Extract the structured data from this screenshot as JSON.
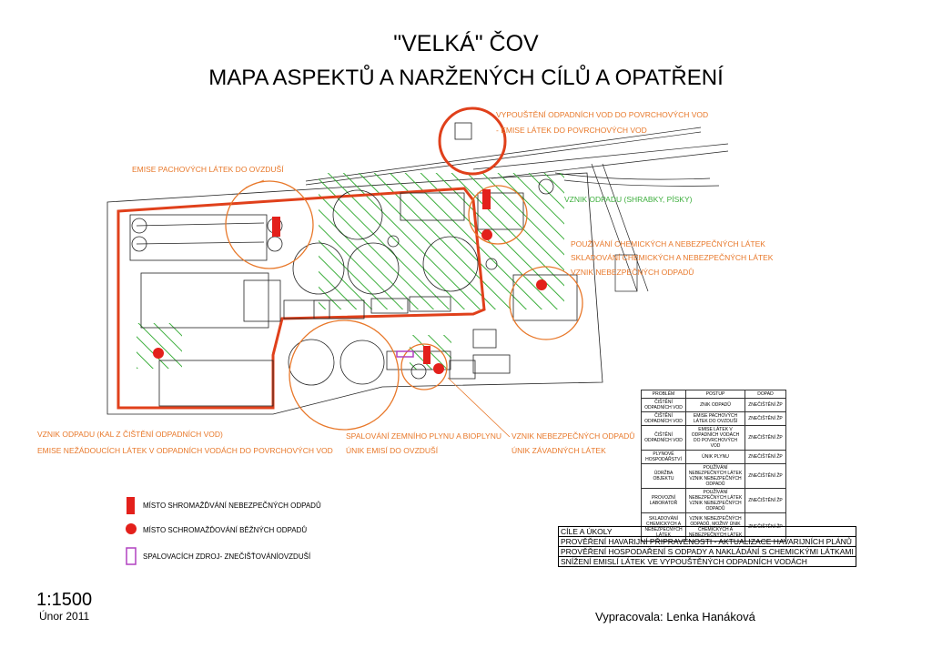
{
  "title": {
    "line1": "\"VELKÁ\" ČOV",
    "line2": "MAPA ASPEKTŮ A NARŽENÝCH CÍLŮ A OPATŘENÍ"
  },
  "colors": {
    "aspect_circle": "#e8782a",
    "hatch": "#3cae3c",
    "hazard_storage": "#e3201b",
    "boundary": "#e0401b",
    "combustion": "#b040c0"
  },
  "labels": {
    "l1": "VYPOUŠTĚNÍ ODPADNÍCH VOD DO POVRCHOVÝCH VOD",
    "l2": "- EMISE LÁTEK DO POVRCHOVÝCH VOD",
    "l3": "EMISE PACHOVÝCH LÁTEK DO OVZDUŠÍ",
    "l4": "VZNIK ODPADU (SHRABKY, PÍSKY)",
    "l5": "POUŽÍVÁNÍ CHEMICKÝCH A NEBEZPEČNÝCH LÁTEK",
    "l6": "SKLADOVÁNÍ CHEMICKÝCH A NEBEZPEČNÝCH LÁTEK",
    "l7": "VZNIK NEBEZPEČNÝCH ODPADŮ",
    "l8": "VZNIK ODPADU (KAL Z ČIŠTĚNÍ ODPADNÍCH VOD)",
    "l9": "EMISE NEŽÁDOUCÍCH LÁTEK V ODPADNÍCH VODÁCH DO POVRCHOVÝCH VOD",
    "l10": "SPALOVÁNÍ ZEMNÍHO PLYNU A BIOPLYNU",
    "l11": "ÚNIK EMISÍ DO OVZDUŠÍ",
    "l12": "VZNIK NEBEZPEČNÝCH ODPADŮ",
    "l13": "ÚNIK ZÁVADNÝCH LÁTEK"
  },
  "problem_table": {
    "headers": [
      "PROBLÉM",
      "POSTUP",
      "DOPAD"
    ],
    "rows": [
      [
        "ČIŠTĚNÍ ODPADNÍCH VOD",
        "ZNIK ODPADŮ",
        "ZNEČIŠTĚNÍ ŽP"
      ],
      [
        "ČIŠTĚNÍ ODPADNÍCH VOD",
        "EMISE PACHOVÝCH LÁTEK DO OVZDUŠÍ",
        "ZNEČIŠTĚNÍ ŽP"
      ],
      [
        "ČIŠTĚNÍ ODPADNÍCH VOD",
        "EMISE LÁTEK V ODPADNÍCH VODÁCH DO POVRCHOVÝCH VOD",
        "ZNEČIŠTĚNÍ ŽP"
      ],
      [
        "PLYNOVÉ HOSPODÁŘSTVÍ",
        "ÚNIK PLYNU",
        "ZNEČIŠTĚNÍ ŽP"
      ],
      [
        "ÚDRŽBA OBJEKTU",
        "POUŽÍVÁNÍ NEBEZPEČNÝCH LÁTEK VZNIK NEBEZPEČNÝCH ODPADŮ",
        "ZNEČIŠTĚNÍ ŽP"
      ],
      [
        "PROVOZNÍ LABORATOŘ",
        "POUŽÍVÁNÍ NEBEZPEČNÝCH LÁTEK VZNIK NEBEZPEČNÝCH ODPADŮ",
        "ZNEČIŠTĚNÍ ŽP"
      ],
      [
        "SKLADOVÁNÍ CHEMICKÝCH A NEBEZPEČNÝCH LÁTEK",
        "VZNIK NEBEZPEČNÝCH ODPADŮ, MOŽNÝ ÚNIK CHEMICKÝCH A NEBEZPEČNÝCH LÁTEK",
        "ZNEČIŠTĚNÍ ŽP"
      ]
    ]
  },
  "goals_table": {
    "header": "CÍLE A ÚKOLY",
    "rows": [
      "PROVĚŘENÍ HAVARIJNÍ PŘIPRAVENOSTI - AKTUALIZACE HAVARIJNÍCH PLÁNŮ",
      "PROVĚŘENÍ HOSPODAŘENÍ S ODPADY A NAKLÁDÁNÍ S CHEMICKÝMI LÁTKAMI",
      "SNÍŽENÍ EMISLÍ LÁTEK VE VYPOUŠTĚNÝCH ODPADNÍCH VODÁCH"
    ]
  },
  "legend": {
    "hazardous": "MÍSTO SHROMAŽĎVÁNÍ NEBEZPEČNÝCH ODPADŮ",
    "common": "MÍSTO SCHROMAŽĎOVÁNÍ BĚŽNÝCH ODPADŮ",
    "combustion": "SPALOVACÍCH ZDROJ- ZNEČIŠŤOVÁNÍOVZDUŠÍ"
  },
  "scale": "1:1500",
  "date": "Únor 2011",
  "author": "Vypracovala: Lenka Hanáková"
}
